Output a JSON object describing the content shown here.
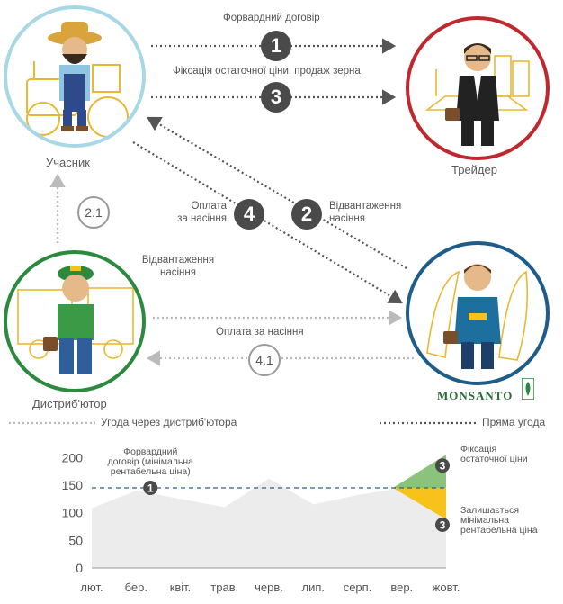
{
  "actors": {
    "farmer": "Учасник",
    "trader": "Трейдер",
    "distributor": "Дистриб'ютор",
    "monsanto": "MONSANTO"
  },
  "flows": {
    "forward_contract": "Форвардний договір",
    "price_fix_sale": "Фіксація остаточної ціни, продаж зерна",
    "payment_seeds_line1": "Оплата",
    "payment_seeds_line2": "за насіння",
    "shipment_line1": "Відвантаження",
    "shipment_line2": "насіння",
    "dist_shipment_line1": "Відвантаження",
    "dist_shipment_line2": "насіння",
    "dist_payment": "Оплата за насіння"
  },
  "steps": {
    "s1": "1",
    "s2": "2",
    "s3": "3",
    "s4": "4",
    "s21": "2.1",
    "s41": "4.1"
  },
  "legend": {
    "via_distributor": "Угода через дистриб'ютора",
    "direct": "Пряма угода"
  },
  "chart_data": {
    "type": "area",
    "categories": [
      "лют.",
      "бер.",
      "квіт.",
      "трав.",
      "черв.",
      "лип.",
      "серп.",
      "вер.",
      "жовт."
    ],
    "values": [
      108,
      140,
      125,
      110,
      162,
      115,
      132,
      145,
      132
    ],
    "reference_line": 145,
    "yticks": [
      0,
      50,
      100,
      150,
      200
    ],
    "ylim": [
      0,
      220
    ],
    "grid": false,
    "annotations": {
      "forward": {
        "marker": "1",
        "text": [
          "Форвардний",
          "договір (мінімальна",
          "рентабельна ціна)"
        ]
      },
      "fix": {
        "marker": "3",
        "text": [
          "Фіксація",
          "остаточної ціни"
        ]
      },
      "min": {
        "marker": "3",
        "text": [
          "Залишається",
          "мінімальна",
          "рентабельна ціна"
        ]
      }
    },
    "colors": {
      "area": "#ececec",
      "up": "#8cc37c",
      "down": "#f7c21a",
      "reference": "#2e5f86"
    }
  },
  "colors": {
    "farmer_ring": "#a8d8e6",
    "trader_ring": "#c0282f",
    "distributor_ring": "#2b8a3e",
    "monsanto_ring": "#1e5c8a"
  }
}
